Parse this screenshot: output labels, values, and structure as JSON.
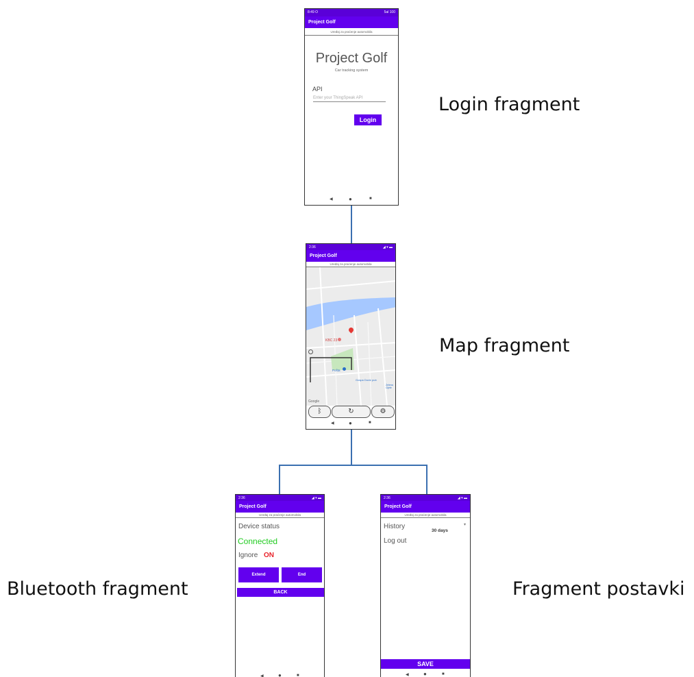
{
  "captions": {
    "login": "Login fragment",
    "map": "Map fragment",
    "bluetooth": "Bluetooth fragment",
    "settings": "Fragment postavki"
  },
  "app": {
    "title": "Project Golf",
    "subtitle": "Uređaj za praćenje automobila",
    "status_time_login": "8:49 O",
    "status_right_login": "5al 100",
    "status_time": "2:36",
    "status_right": "◢ ▾ ▬"
  },
  "login": {
    "heading": "Project Golf",
    "tagline": "Car tracking system",
    "api_label": "API",
    "api_placeholder": "Enter your ThingSpeak API",
    "login_button": "Login"
  },
  "map": {
    "place_label": "KBC 23",
    "poi_1": "Pošta",
    "poi_2": "Gospa Duvić pub",
    "poi_3": "Zelena Cijele",
    "watermark": "Google",
    "buttons": {
      "bluetooth_icon": "bluetooth-icon",
      "refresh_icon": "refresh-icon",
      "settings_icon": "settings-icon"
    }
  },
  "bluetooth": {
    "device_status_label": "Device status",
    "status_value": "Connected",
    "ignore_label": "Ignore",
    "ignore_value": "ON",
    "extend_button": "Extend",
    "end_button": "End",
    "back_button": "BACK"
  },
  "settings": {
    "history_label": "History",
    "history_value": "30 days",
    "logout_label": "Log out",
    "save_button": "SAVE"
  },
  "nav": {
    "back": "◀",
    "home": "●",
    "recent": "■"
  },
  "colors": {
    "primary": "#6200ee",
    "connected": "#22cc22",
    "on": "#e8222a",
    "connector": "#3a6fb0",
    "map_river": "#a6c8ff",
    "map_park": "#c7e7bd"
  }
}
